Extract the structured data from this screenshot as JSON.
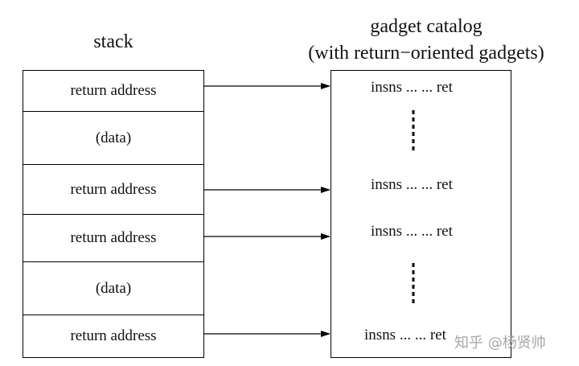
{
  "stack": {
    "title": "stack",
    "rows": [
      {
        "label": "return address"
      },
      {
        "label": "(data)"
      },
      {
        "label": "return address"
      },
      {
        "label": "return address"
      },
      {
        "label": "(data)"
      },
      {
        "label": "return address"
      }
    ]
  },
  "catalog": {
    "title_line1": "gadget catalog",
    "title_line2": "(with return−oriented gadgets)",
    "gadgets": [
      {
        "label": "insns ... ... ret"
      },
      {
        "label": "insns ... ... ret"
      },
      {
        "label": "insns ... ... ret"
      },
      {
        "label": "insns ... ... ret"
      }
    ]
  },
  "watermark": {
    "text": "知乎 @杨贤帅"
  }
}
